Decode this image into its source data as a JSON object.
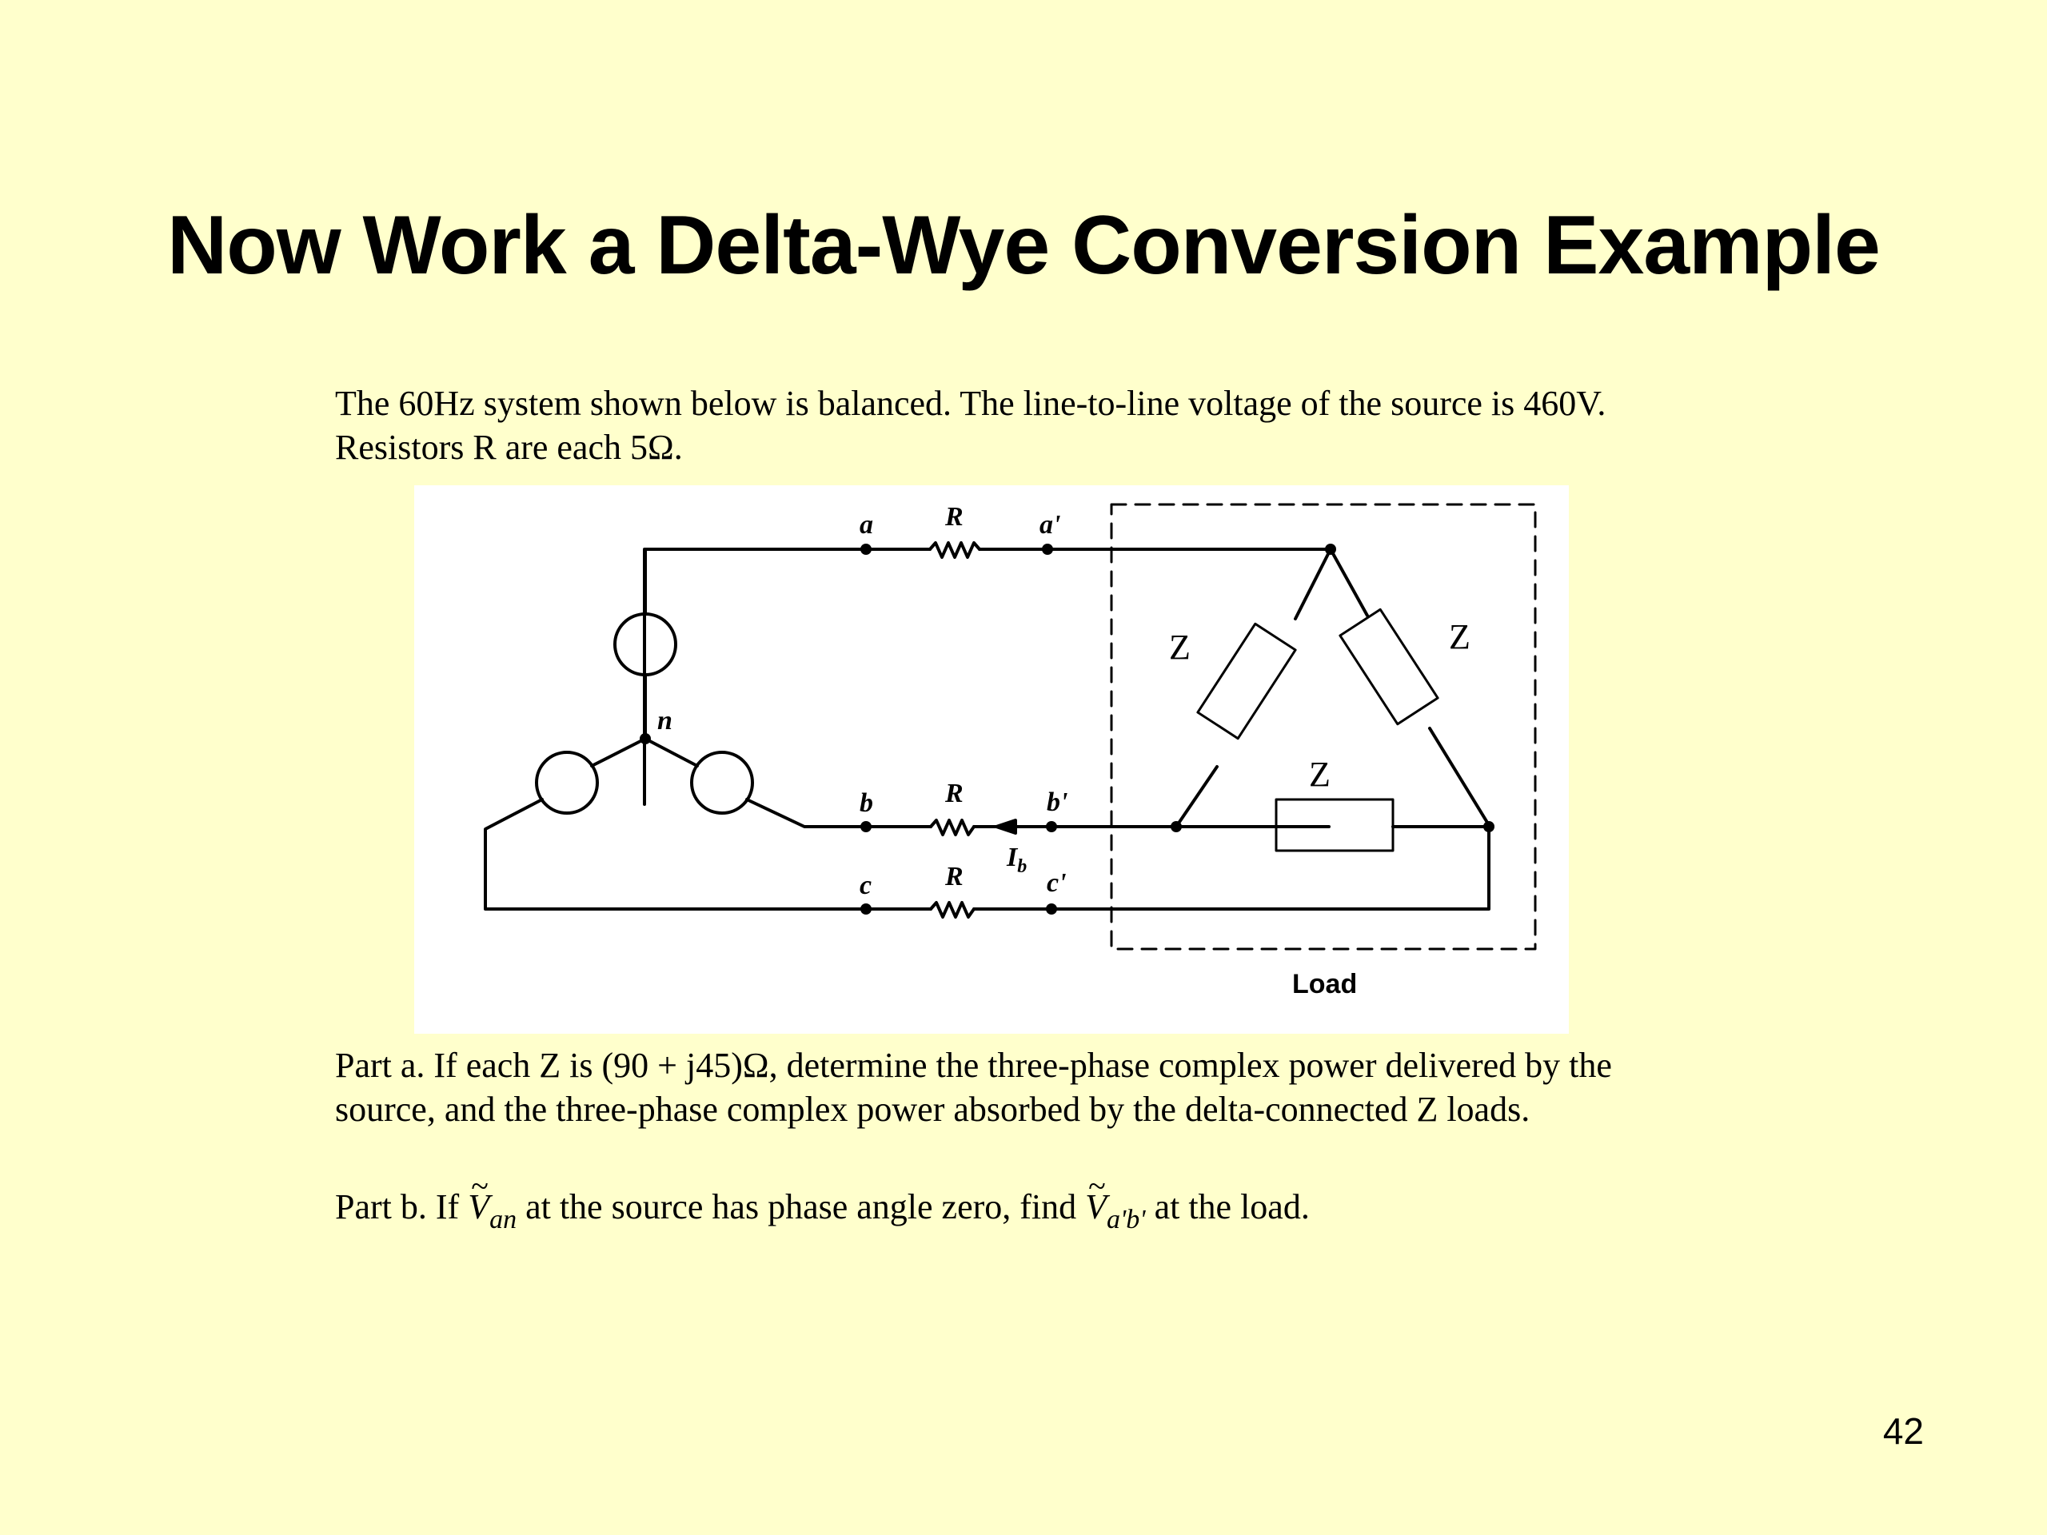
{
  "slide": {
    "title": "Now Work a Delta-Wye Conversion Example",
    "intro_line1": "The 60Hz system shown below is balanced.  The line-to-line voltage of the source is 460V.",
    "intro_line2": "Resistors R are each 5Ω.",
    "part_a_line1": "Part a.  If each Z is (90 + j45)Ω, determine the three-phase complex power delivered by the",
    "part_a_line2": "source, and the three-phase complex power absorbed by the delta-connected Z loads.",
    "part_b_prefix": "Part b.  If",
    "part_b_var1": "V",
    "part_b_var1_sub": "an",
    "part_b_middle": "at the source has phase angle zero, find",
    "part_b_var2": "V",
    "part_b_var2_sub": "a'b'",
    "part_b_suffix": "at the load.",
    "tilde": "~",
    "page_number": "42"
  },
  "circuit": {
    "node_a": "a",
    "node_b": "b",
    "node_c": "c",
    "node_a_prime": "a'",
    "node_b_prime": "b'",
    "node_c_prime": "c'",
    "node_n": "n",
    "resistor_label": "R",
    "impedance_label": "Z",
    "current_symbol": "I",
    "current_sub": "b",
    "load_label": "Load"
  }
}
